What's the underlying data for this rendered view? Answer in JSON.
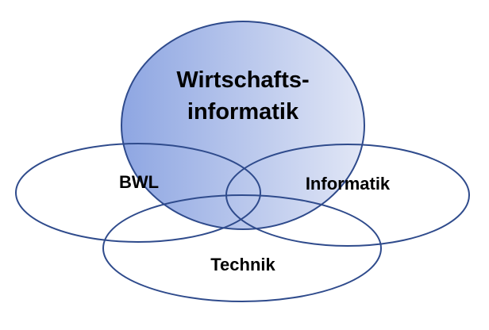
{
  "diagram": {
    "title_line1": "Wirtschafts-",
    "title_line2": "informatik",
    "sets": {
      "bwl": "BWL",
      "informatik": "Informatik",
      "technik": "Technik"
    }
  },
  "colors": {
    "stroke": "#2f4b8c",
    "gradient_start": "#8ea6e2",
    "gradient_end": "#e2e7f6"
  }
}
